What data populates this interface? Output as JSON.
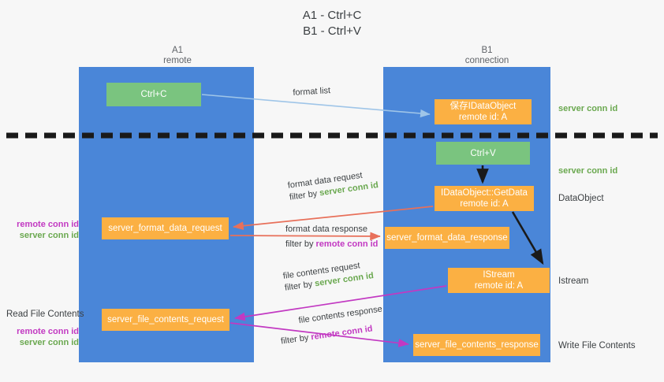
{
  "title": {
    "line1": "A1 - Ctrl+C",
    "line2": "B1 - Ctrl+V"
  },
  "columns": [
    {
      "name": "A1",
      "sub": "remote"
    },
    {
      "name": "B1",
      "sub": "connection"
    }
  ],
  "colors": {
    "lane": "#4a86d8",
    "green_box": "#7ac47f",
    "orange_box": "#fbb043",
    "server_conn": "#6aa84f",
    "remote_conn": "#c239c2",
    "arrow_blue": "#9fc5e8",
    "arrow_red": "#e8705a",
    "arrow_magenta": "#c239c2",
    "arrow_black": "#1a1a1a",
    "background": "#f7f7f7"
  },
  "boxes": {
    "ctrl_c": "Ctrl+C",
    "ctrl_v": "Ctrl+V",
    "idataobject_l1": "保存IDataObject",
    "idataobject_l2": "remote id: A",
    "getdata_l1": "IDataObject::GetData",
    "getdata_l2": "remote id: A",
    "istream_l1": "IStream",
    "istream_l2": "remote id: A",
    "server_format_data_request": "server_format_data_request",
    "server_format_data_response": "server_format_data_response",
    "server_file_contents_request": "server_file_contents_request",
    "server_file_contents_response": "server_file_contents_response"
  },
  "side_labels": {
    "server_conn_id": "server conn id",
    "remote_conn_id": "remote conn id",
    "data_object": "DataObject",
    "istream": "Istream",
    "write_file_contents": "Write File Contents",
    "read_file_contents": "Read File Contents"
  },
  "edges": {
    "format_list": "format list",
    "format_data_request": "format data request",
    "format_data_response": "format data response",
    "file_contents_request": "file contents request",
    "file_contents_response": "file contents response",
    "filter_by": "filter by"
  }
}
